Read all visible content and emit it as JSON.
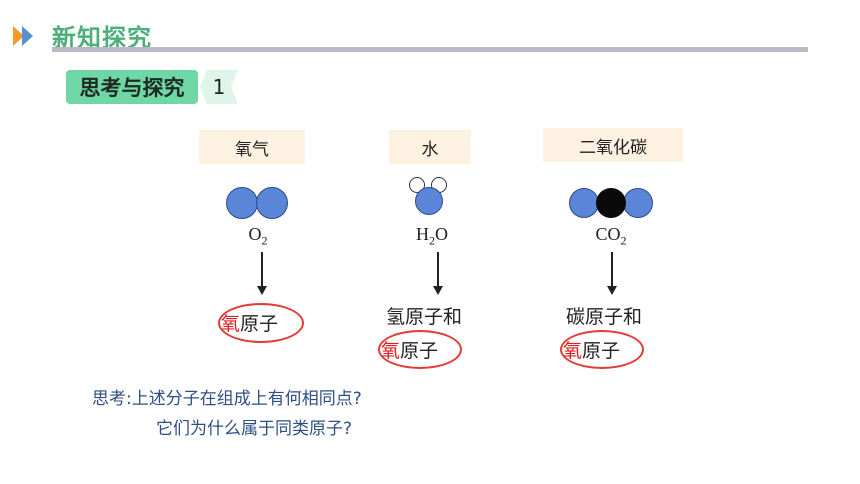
{
  "header": {
    "title": "新知探究"
  },
  "section": {
    "label": "思考与探究",
    "number": "1"
  },
  "molecules": [
    {
      "name": "氧气",
      "formula_base": "O",
      "formula_sub": "2",
      "formula_rest": "",
      "result_line1": "",
      "result_ox": "氧",
      "result_rest": "原子"
    },
    {
      "name": "水",
      "formula_base": "H",
      "formula_sub": "2",
      "formula_rest": "O",
      "result_line1": "氢原子和",
      "result_ox": "氧",
      "result_rest": "原子"
    },
    {
      "name": "二氧化碳",
      "formula_base": "CO",
      "formula_sub": "2",
      "formula_rest": "",
      "result_line1": "碳原子和",
      "result_ox": "氧",
      "result_rest": "原子"
    }
  ],
  "question": {
    "prefix": "思考:",
    "line1": "上述分子在组成上有何相同点?",
    "line2": "它们为什么属于同类原子?"
  },
  "colors": {
    "title_green": "#4caf7a",
    "pill_green": "#6fd6a6",
    "atom_blue": "#5b86d8",
    "highlight_red": "#e02020",
    "question_blue": "#2d4f86"
  }
}
